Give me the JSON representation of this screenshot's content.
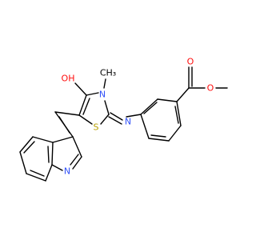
{
  "atom_labels": {
    "carbonyl_o": "O",
    "ester_o": "O",
    "imine_n": "N",
    "ring_n": "N",
    "methyl": "CH₃",
    "hydroxyl": "OH",
    "sulfur": "S",
    "indole_n": "N"
  },
  "colors": {
    "oxygen": "#ff0d0d",
    "nitrogen": "#3050f8",
    "sulfur": "#b8a000",
    "bond": "#000000",
    "carbon_label": "#000000"
  }
}
